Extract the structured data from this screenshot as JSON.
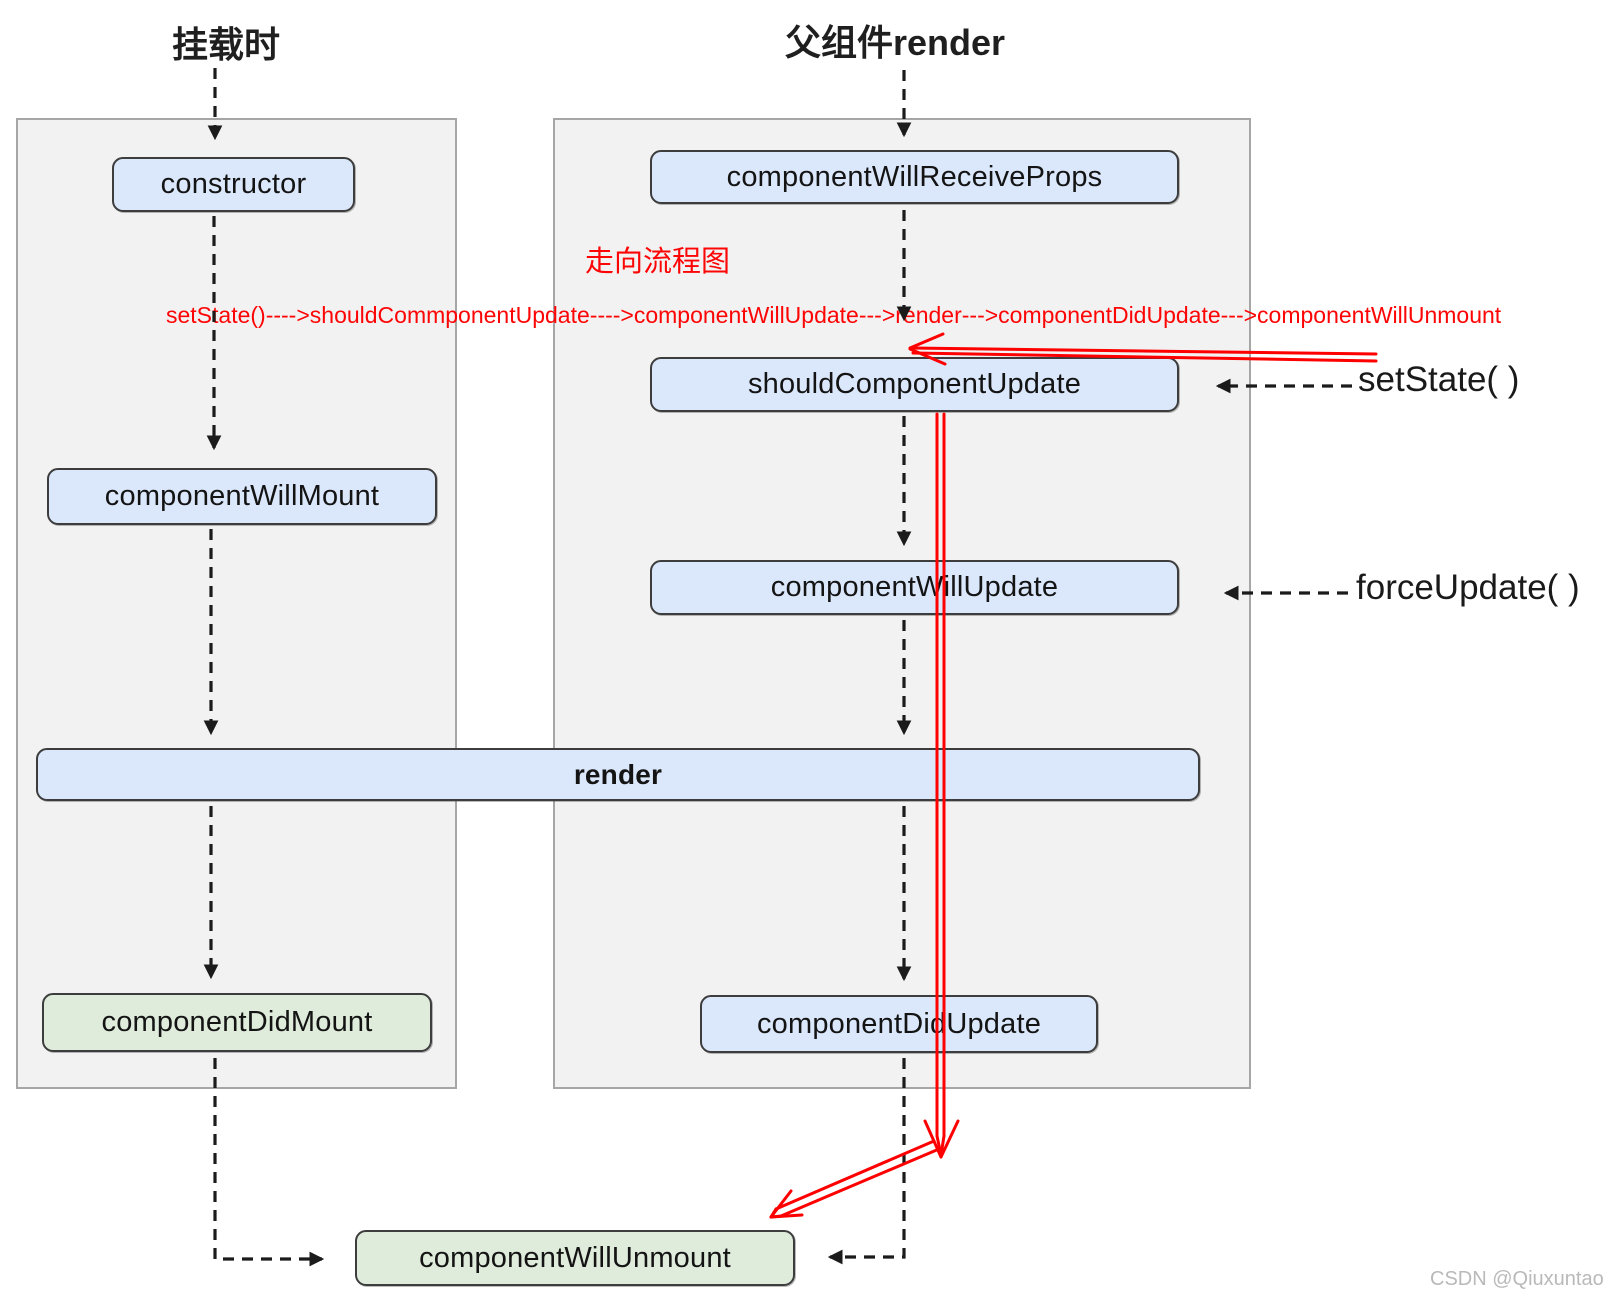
{
  "diagram": {
    "title_mount": "挂载时",
    "title_parent_render": "父组件render",
    "boxes": {
      "constructor": "constructor",
      "componentWillMount": "componentWillMount",
      "componentDidMount": "componentDidMount",
      "componentWillReceiveProps": "componentWillReceiveProps",
      "shouldComponentUpdate": "shouldComponentUpdate",
      "componentWillUpdate": "componentWillUpdate",
      "componentDidUpdate": "componentDidUpdate",
      "render": "render",
      "componentWillUnmount": "componentWillUnmount"
    },
    "side_labels": {
      "setState": "setState( )",
      "forceUpdate": "forceUpdate( )"
    },
    "annotations": {
      "flow_title": "走向流程图",
      "flow_text": "setState()---->shouldCommponentUpdate---->componentWillUpdate--->render--->componentDidUpdate--->componentWillUnmount"
    },
    "watermark": "CSDN @Qiuxuntao",
    "colors": {
      "box_blue": "#dbe8fc",
      "box_green": "#dfecdb",
      "panel_gray": "#f2f2f2",
      "panel_border": "#a6a6a6",
      "annotation_red": "#fe0000",
      "connector_black": "#1b1b1b",
      "watermark_gray": "#b9b9b9"
    }
  }
}
